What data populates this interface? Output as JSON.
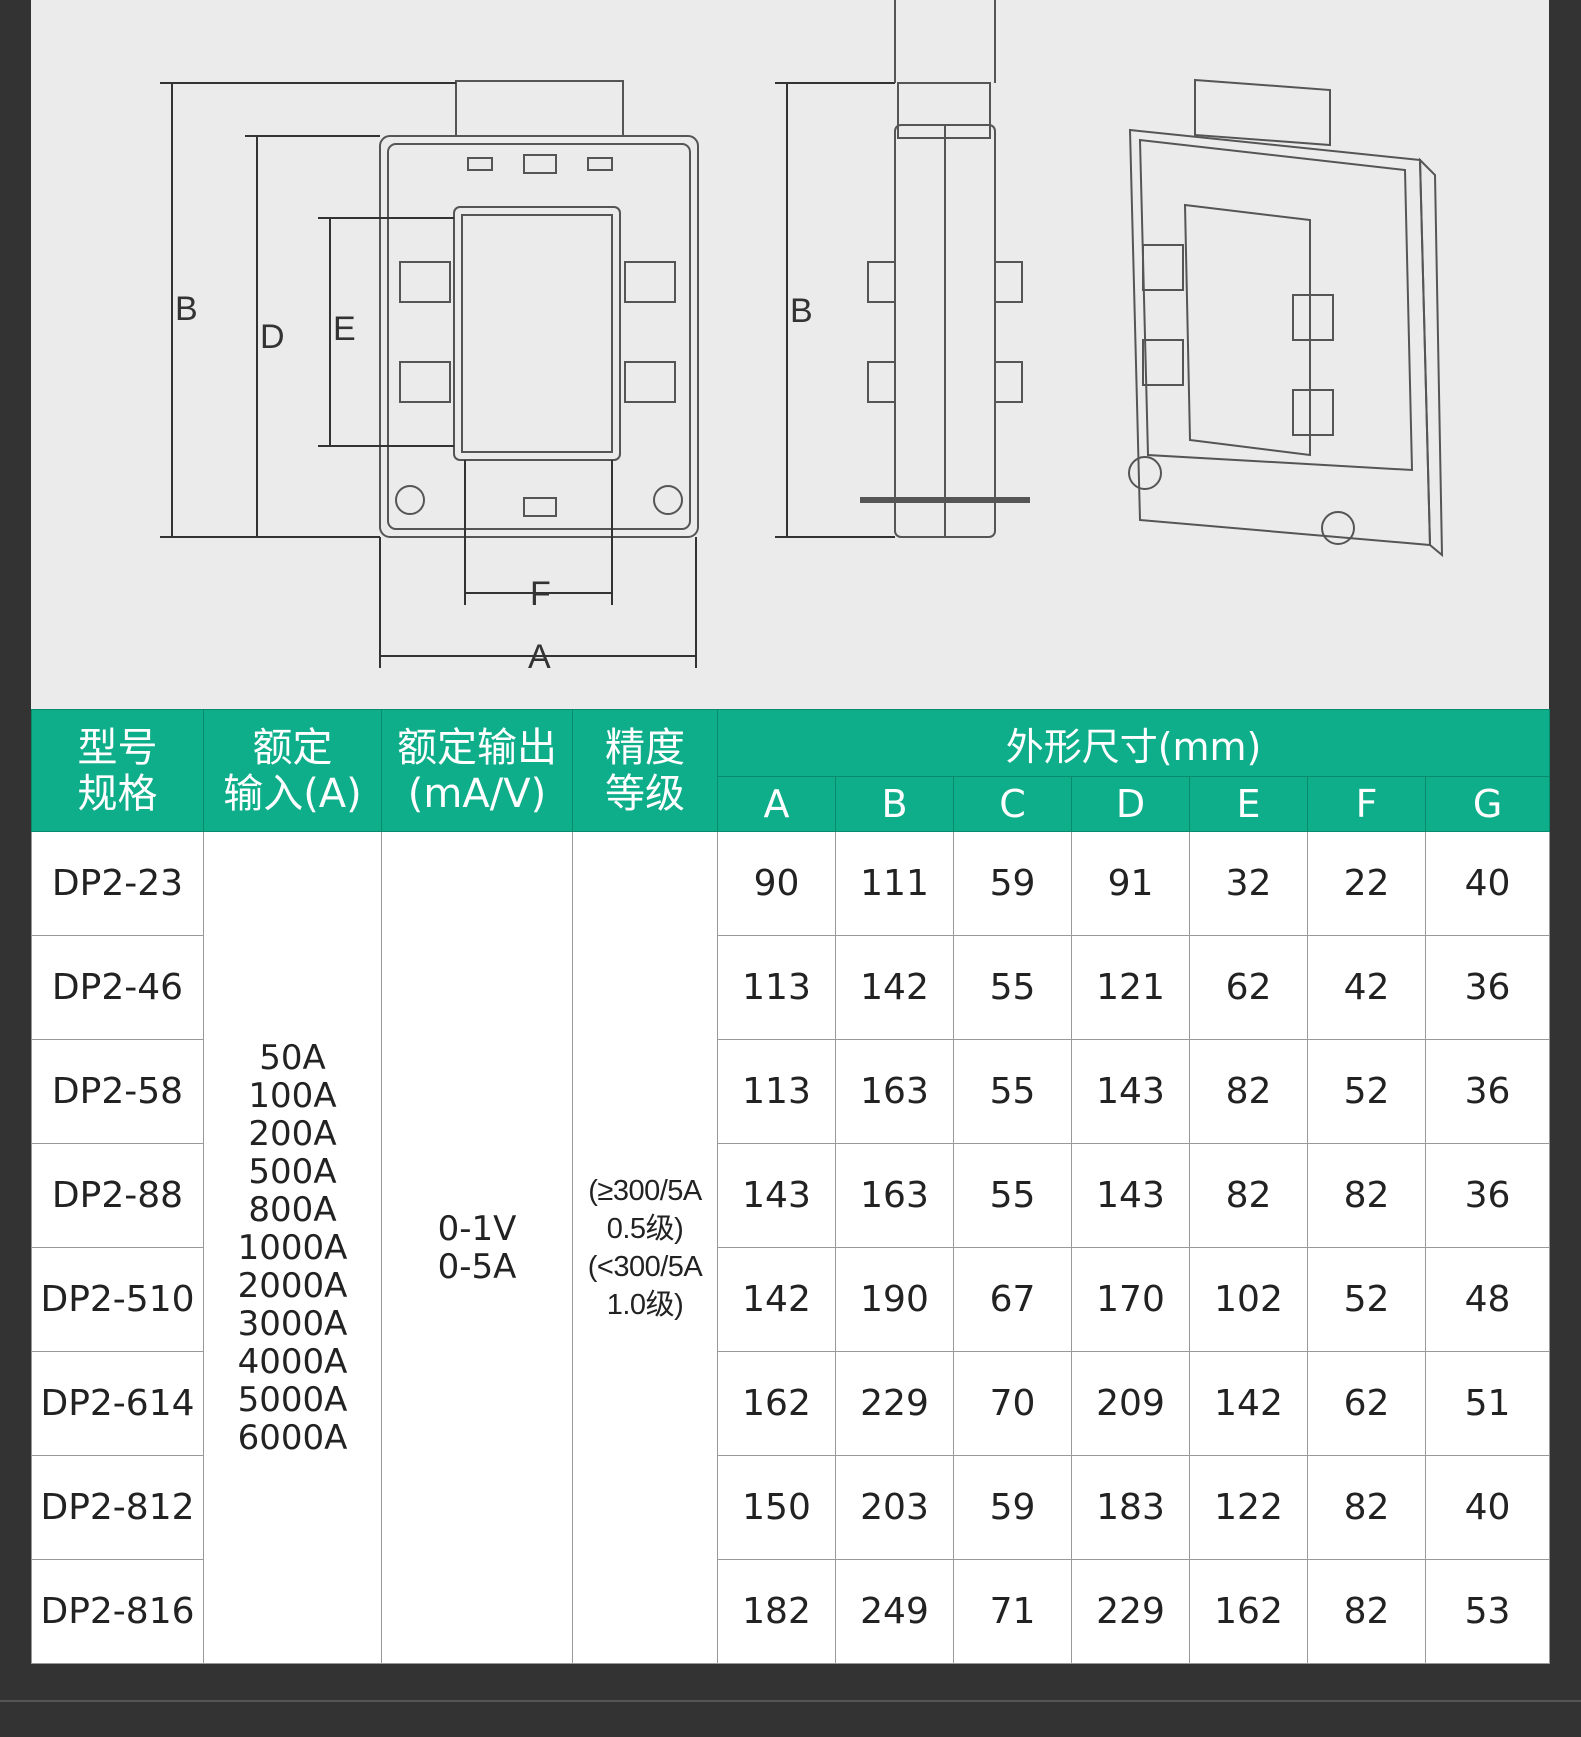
{
  "drawing": {
    "labels": {
      "B": "B",
      "D": "D",
      "E": "E",
      "F": "F",
      "A": "A",
      "B_side": "B"
    }
  },
  "table": {
    "headers": {
      "model": [
        "型号",
        "规格"
      ],
      "input": [
        "额定",
        "输入(A)"
      ],
      "output": [
        "额定输出",
        "(mA/V)"
      ],
      "accuracy": [
        "精度",
        "等级"
      ],
      "dims": "外形尺寸(mm)",
      "dim_cols": [
        "A",
        "B",
        "C",
        "D",
        "E",
        "F",
        "G"
      ]
    },
    "input_values": "50A\n100A\n200A\n500A\n800A\n1000A\n2000A\n3000A\n4000A\n5000A\n6000A",
    "output_values": "0-1V\n0-5A",
    "accuracy_values": "(≥300/5A\n0.5级)\n(<300/5A\n1.0级)",
    "rows": [
      {
        "model": "DP2-23",
        "dims": [
          "90",
          "111",
          "59",
          "91",
          "32",
          "22",
          "40"
        ]
      },
      {
        "model": "DP2-46",
        "dims": [
          "113",
          "142",
          "55",
          "121",
          "62",
          "42",
          "36"
        ]
      },
      {
        "model": "DP2-58",
        "dims": [
          "113",
          "163",
          "55",
          "143",
          "82",
          "52",
          "36"
        ]
      },
      {
        "model": "DP2-88",
        "dims": [
          "143",
          "163",
          "55",
          "143",
          "82",
          "82",
          "36"
        ]
      },
      {
        "model": "DP2-510",
        "dims": [
          "142",
          "190",
          "67",
          "170",
          "102",
          "52",
          "48"
        ]
      },
      {
        "model": "DP2-614",
        "dims": [
          "162",
          "229",
          "70",
          "209",
          "142",
          "62",
          "51"
        ]
      },
      {
        "model": "DP2-812",
        "dims": [
          "150",
          "203",
          "59",
          "183",
          "122",
          "82",
          "40"
        ]
      },
      {
        "model": "DP2-816",
        "dims": [
          "182",
          "249",
          "71",
          "229",
          "162",
          "82",
          "53"
        ]
      }
    ]
  }
}
